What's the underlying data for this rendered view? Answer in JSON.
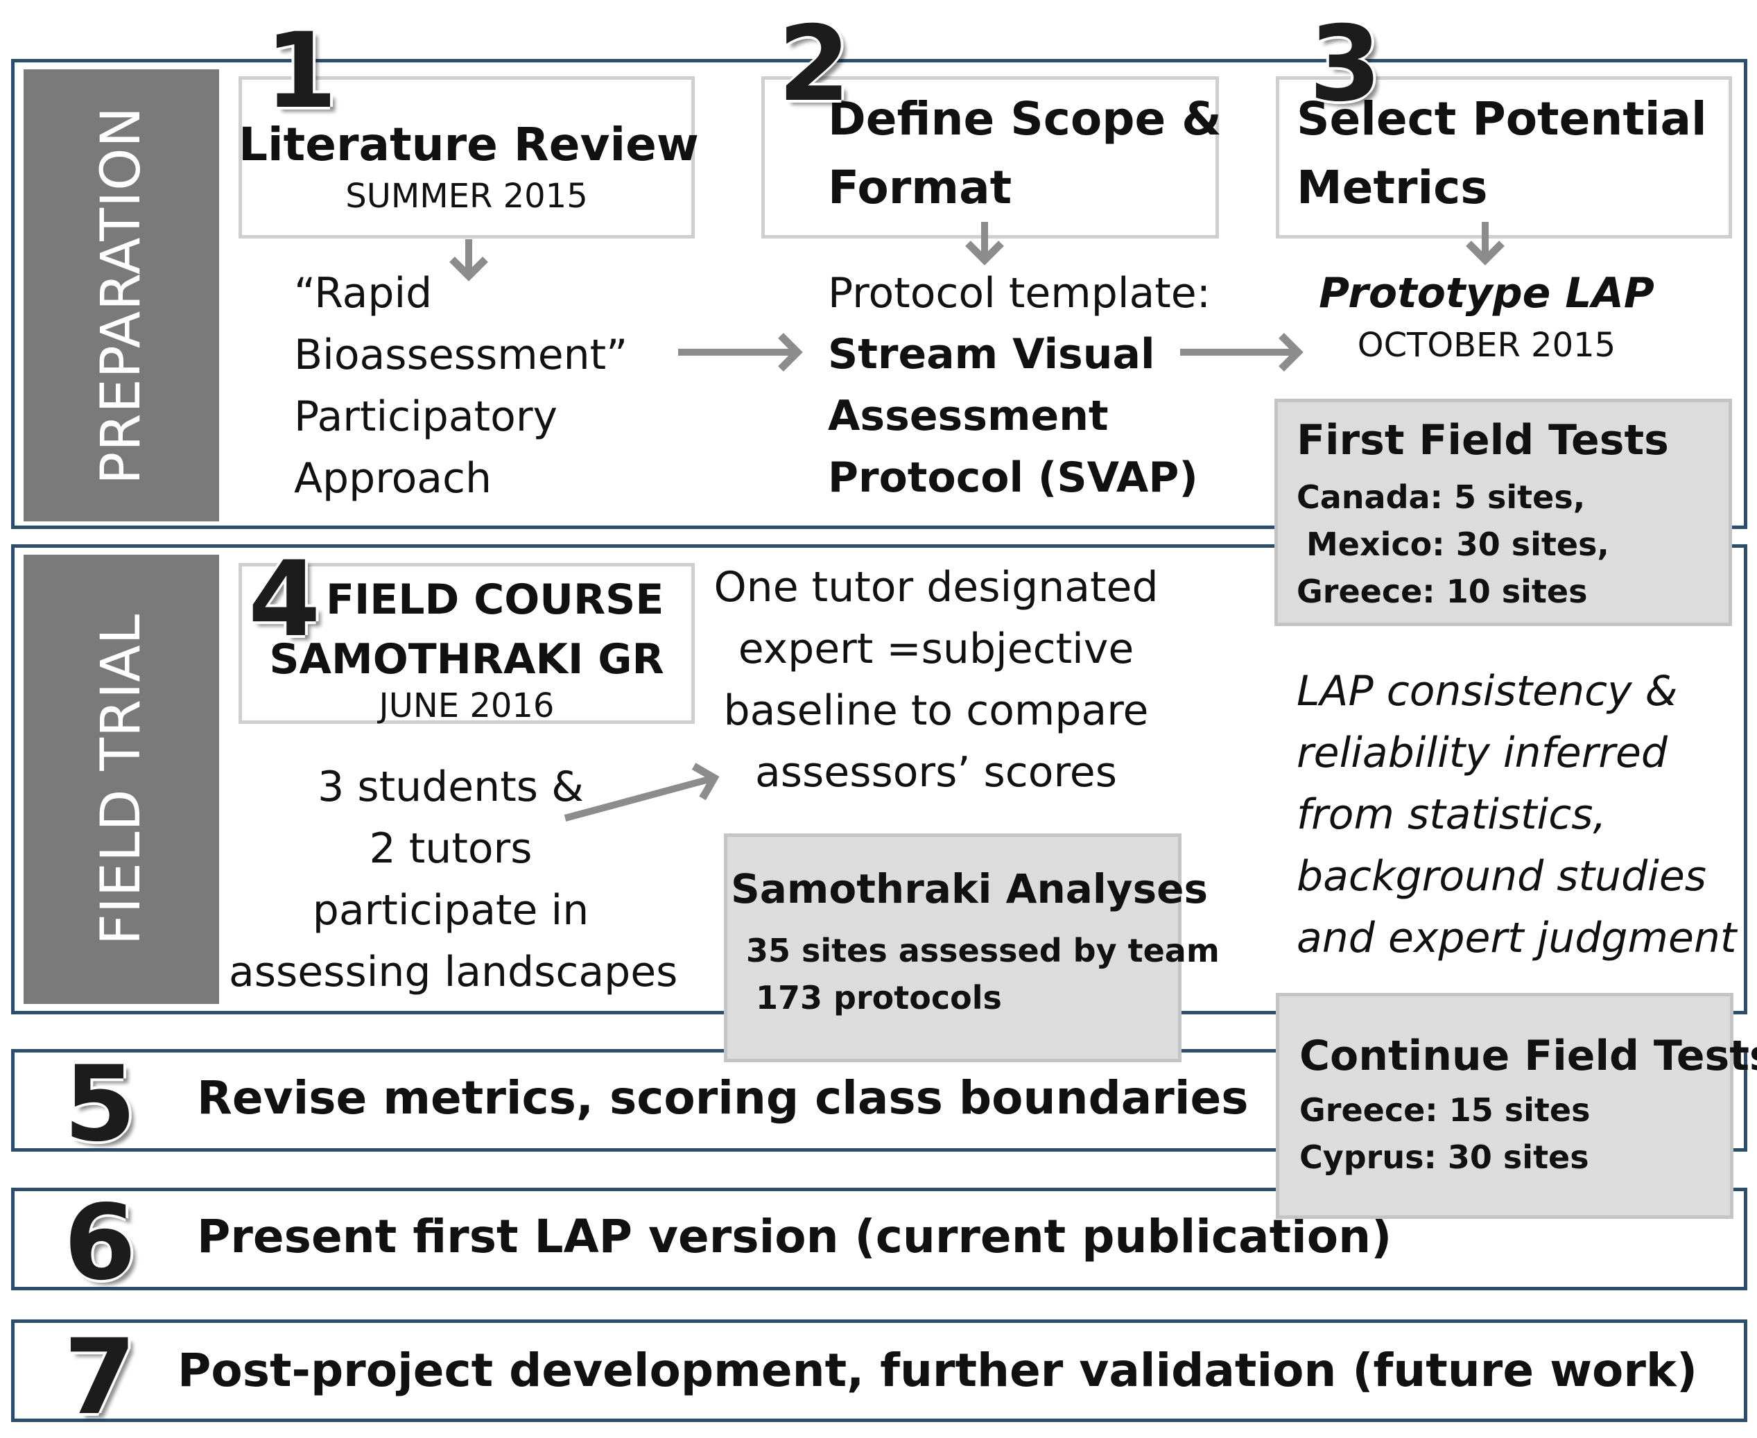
{
  "sections": {
    "preparation_label": "PREPARATION",
    "field_trial_label": "FIELD TRIAL"
  },
  "steps": {
    "s1": {
      "number": "1",
      "title": "Literature Review",
      "date": "SUMMER 2015",
      "notes": [
        "“Rapid",
        "Bioassessment”",
        "Participatory",
        "Approach"
      ]
    },
    "s2": {
      "number": "2",
      "title_lines": [
        "Define Scope &",
        "Format"
      ],
      "protocol_intro": "Protocol  template:",
      "protocol_lines": [
        "Stream Visual",
        "Assessment",
        "Protocol (SVAP)"
      ]
    },
    "s3": {
      "number": "3",
      "title_lines": [
        "Select Potential",
        "Metrics"
      ],
      "prototype": "Prototype LAP",
      "date": "OCTOBER 2015"
    },
    "s4": {
      "number": "4",
      "title_lines": [
        "FIELD COURSE",
        "SAMOTHRAKI GR"
      ],
      "date": "JUNE 2016",
      "participants": [
        "3 students &",
        "2 tutors",
        "participate in",
        "assessing landscapes"
      ],
      "tutor_text": [
        "One tutor designated",
        "expert =subjective",
        "baseline  to compare",
        "assessors’ scores"
      ]
    },
    "s5": {
      "number": "5",
      "text": "Revise metrics, scoring class boundaries"
    },
    "s6": {
      "number": "6",
      "text": "Present first LAP version (current publication)"
    },
    "s7": {
      "number": "7",
      "text": "Post-project development, further validation (future work)"
    }
  },
  "first_field_tests": {
    "title": "First Field Tests",
    "lines": [
      "Canada: 5 sites,",
      "Mexico: 30 sites,",
      "Greece: 10 sites"
    ]
  },
  "samothraki_analyses": {
    "title": "Samothraki Analyses",
    "lines": [
      "35 sites assessed by team",
      "173 protocols"
    ]
  },
  "consistency": {
    "lines": [
      "LAP consistency &",
      "reliability inferred",
      "from statistics,",
      "background studies",
      "and expert judgment"
    ]
  },
  "continue_field_tests": {
    "title": "Continue Field Tests",
    "lines": [
      "Greece: 15 sites",
      "Cyprus: 30 sites"
    ]
  },
  "colors": {
    "frame": "#2b4e6d",
    "sidebar": "#7a7a7a",
    "gray_box": "#dcdcdc",
    "arrow": "#8c8c8c"
  }
}
